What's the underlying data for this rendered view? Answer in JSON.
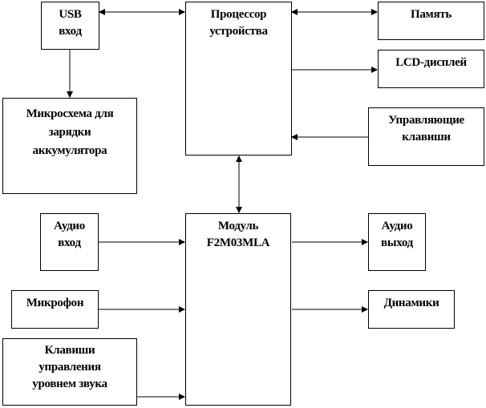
{
  "blocks": {
    "usb": [
      "USB",
      "вход"
    ],
    "cpu": [
      "Процессор",
      "устройства"
    ],
    "memory": [
      "Память"
    ],
    "lcd": [
      "LCD-дисплей"
    ],
    "keys": [
      "Управляющие",
      "клавиши"
    ],
    "charger": [
      "Микросхема для",
      "зарядки",
      "аккумулятора"
    ],
    "module": [
      "Модуль",
      "F2M03MLA"
    ],
    "audio_in": [
      "Аудио",
      "вход"
    ],
    "audio_out": [
      "Аудио",
      "выход"
    ],
    "mic": [
      "Микрофон"
    ],
    "speakers": [
      "Динамики"
    ],
    "volume_keys": [
      "Клавиши",
      "управления",
      "уровнем звука"
    ]
  },
  "colors": {
    "line": "#808080",
    "arrow": "#000000"
  }
}
